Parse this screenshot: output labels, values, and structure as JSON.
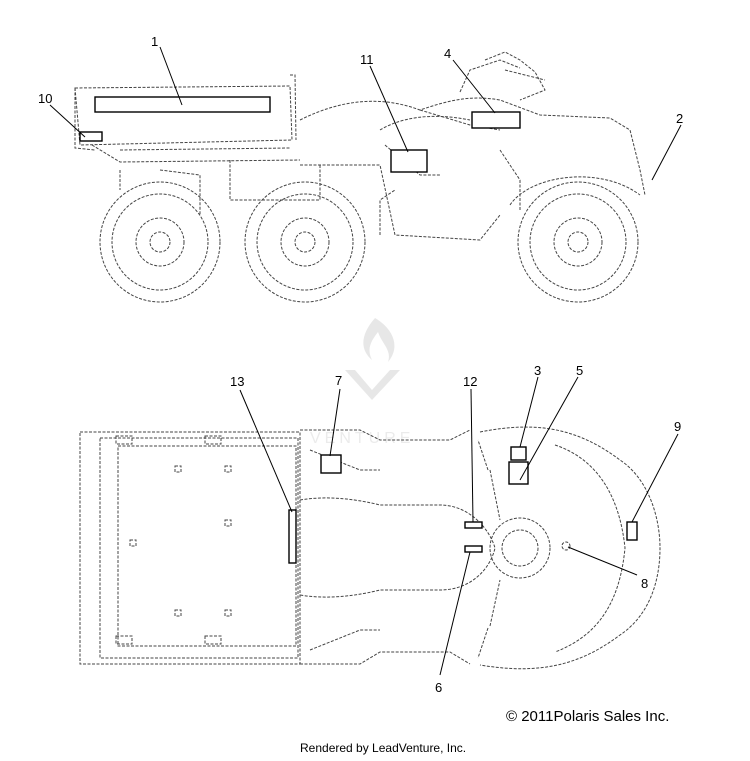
{
  "callouts": {
    "c1": "1",
    "c2": "2",
    "c3": "3",
    "c4": "4",
    "c5": "5",
    "c6": "6",
    "c7": "7",
    "c8": "8",
    "c9": "9",
    "c10": "10",
    "c11": "11",
    "c12": "12",
    "c13": "13"
  },
  "footer": {
    "copyright": "© 2011Polaris Sales Inc.",
    "rendered_by": "Rendered by LeadVenture, Inc."
  },
  "watermark": {
    "text": "VENTURE",
    "color": "#d9d9d9"
  },
  "colors": {
    "line": "#444444",
    "decal": "#000000",
    "background": "#ffffff"
  }
}
